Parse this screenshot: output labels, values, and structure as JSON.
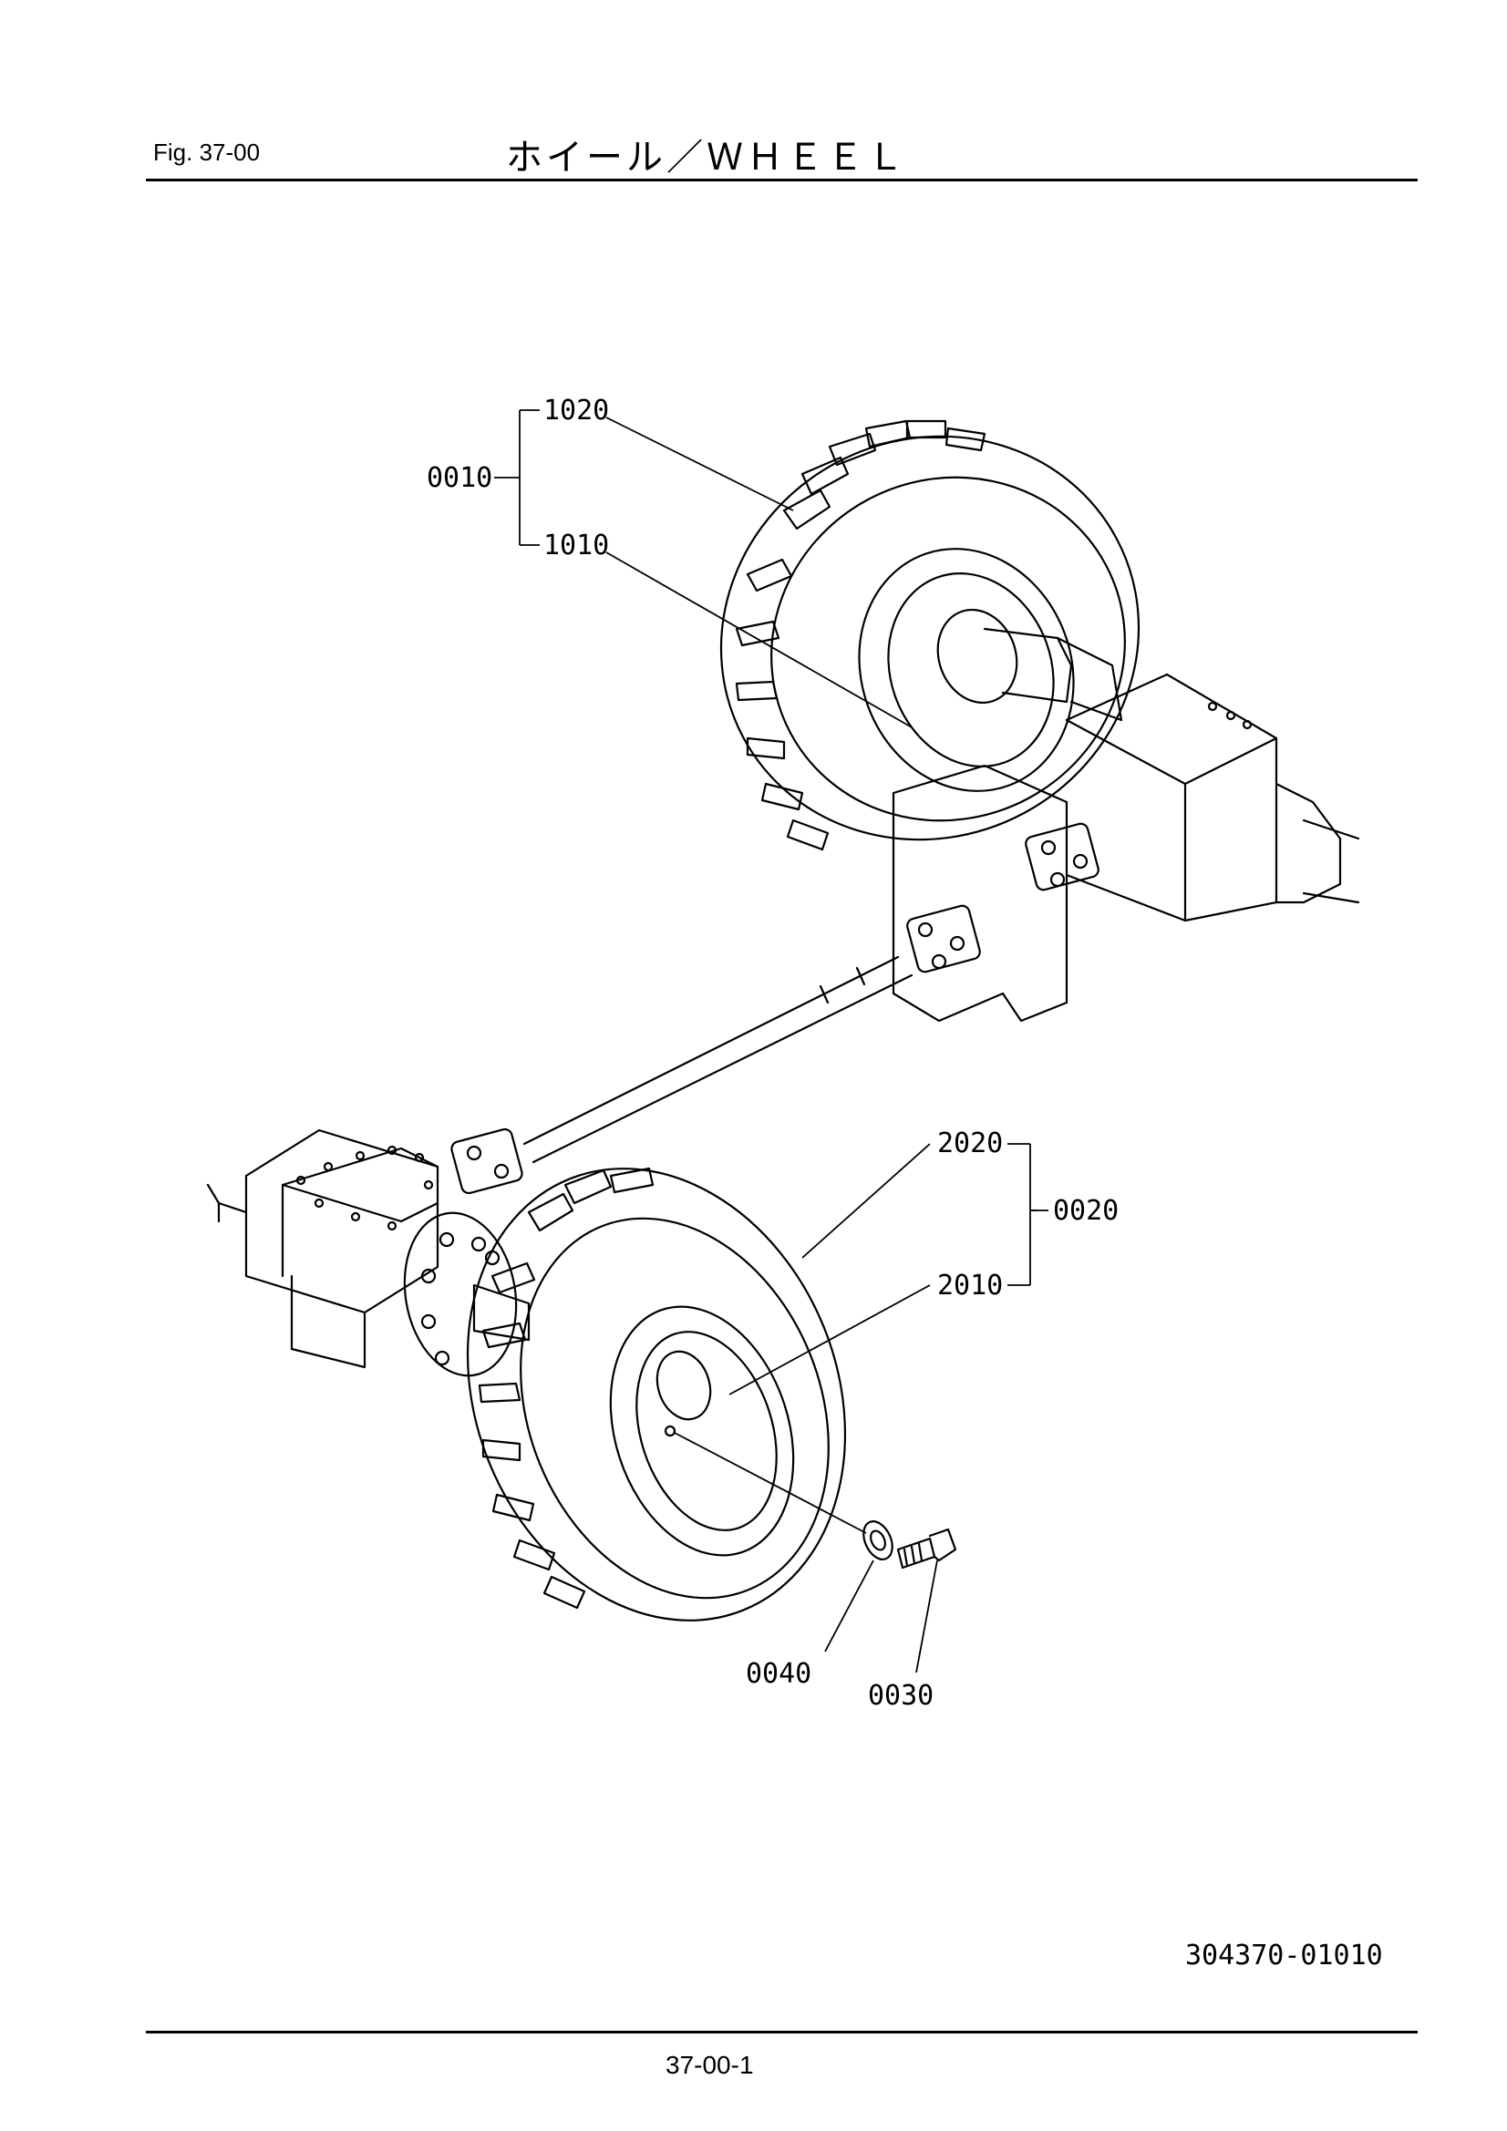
{
  "header": {
    "figure_label": "Fig.  37-00",
    "title": "ホイール／ＷＨＥＥＬ"
  },
  "callouts": {
    "c0010": "0010",
    "c1020": "1020",
    "c1010": "1010",
    "c0020": "0020",
    "c2020": "2020",
    "c2010": "2010",
    "c0040": "0040",
    "c0030": "0030"
  },
  "footer": {
    "drawing_code": "304370-01010",
    "page_number": "37-00-1"
  }
}
